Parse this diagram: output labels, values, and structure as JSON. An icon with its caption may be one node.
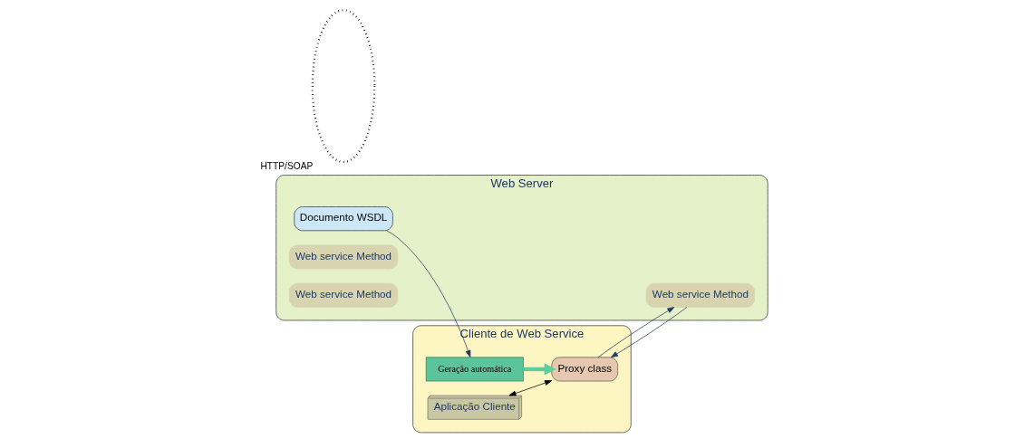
{
  "diagram": {
    "nodes": [
      {
        "text": [
          "Cliente de Web Service"
        ]
      },
      {
        "text": [
          "Geração automática"
        ],
        "in": 0
      },
      {
        "text": [
          "Aplicação Cliente"
        ],
        "in": 0
      },
      {
        "text": [
          "Proxy class"
        ],
        "in": 0
      },
      {
        "text": [],
        "shape": "ellipse",
        "beside": [
          "HTTP/SOAP"
        ]
      },
      {
        "text": [
          "Web Server"
        ]
      },
      {
        "text": [
          "Documento WSDL"
        ],
        "in": 5
      },
      {
        "text": [
          "Web service Method"
        ],
        "in": 5
      },
      {
        "text": [
          "Web service Method"
        ],
        "in": 5
      },
      {
        "text": [
          "Web service Method"
        ],
        "in": 5
      }
    ],
    "edges": [
      {
        "from": 6,
        "to": 1,
        "arrow": "to"
      },
      {
        "from": 1,
        "to": 3,
        "arrow": "to",
        "style": "thick",
        "color": "#5ccf9a"
      },
      {
        "from": 2,
        "to": 3,
        "arrow": "both",
        "color": "#000000"
      },
      {
        "from": 3,
        "to": 8,
        "arrow": "to"
      },
      {
        "from": 8,
        "to": 3,
        "arrow": "to"
      }
    ]
  }
}
